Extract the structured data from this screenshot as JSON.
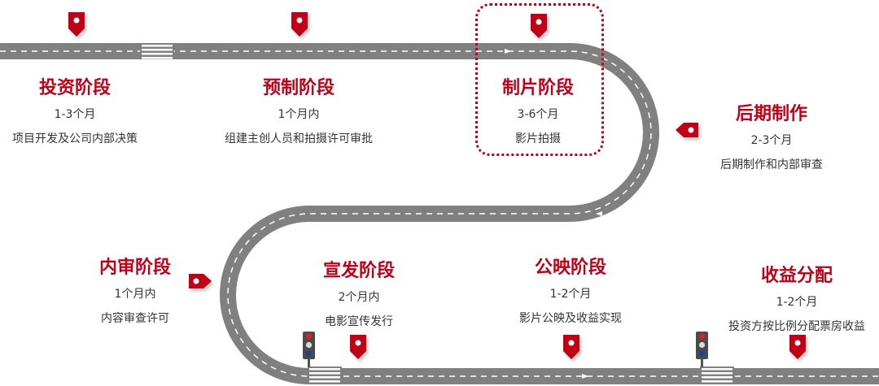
{
  "colors": {
    "road": "#808080",
    "road_dash": "#ffffff",
    "accent": "#c00018",
    "text": "#333333"
  },
  "stages": [
    {
      "title": "投资阶段",
      "duration": "1-3个月",
      "desc": "项目开发及公司内部决策"
    },
    {
      "title": "预制阶段",
      "duration": "1个月内",
      "desc": "组建主创人员和拍摄许可审批"
    },
    {
      "title": "制片阶段",
      "duration": "3-6个月",
      "desc": "影片拍摄"
    },
    {
      "title": "后期制作",
      "duration": "2-3个月",
      "desc": "后期制作和内部审查"
    },
    {
      "title": "内审阶段",
      "duration": "1个月内",
      "desc": "内容审查许可"
    },
    {
      "title": "宣发阶段",
      "duration": "2个月内",
      "desc": "电影宣传发行"
    },
    {
      "title": "公映阶段",
      "duration": "1-2个月",
      "desc": "影片公映及收益实现"
    },
    {
      "title": "收益分配",
      "duration": "1-2个月",
      "desc": "投资方按比例分配票房收益"
    }
  ],
  "icons": {
    "marker": "map-pin-icon",
    "crosswalk": "crosswalk-icon",
    "traffic_light": "traffic-light-icon"
  }
}
